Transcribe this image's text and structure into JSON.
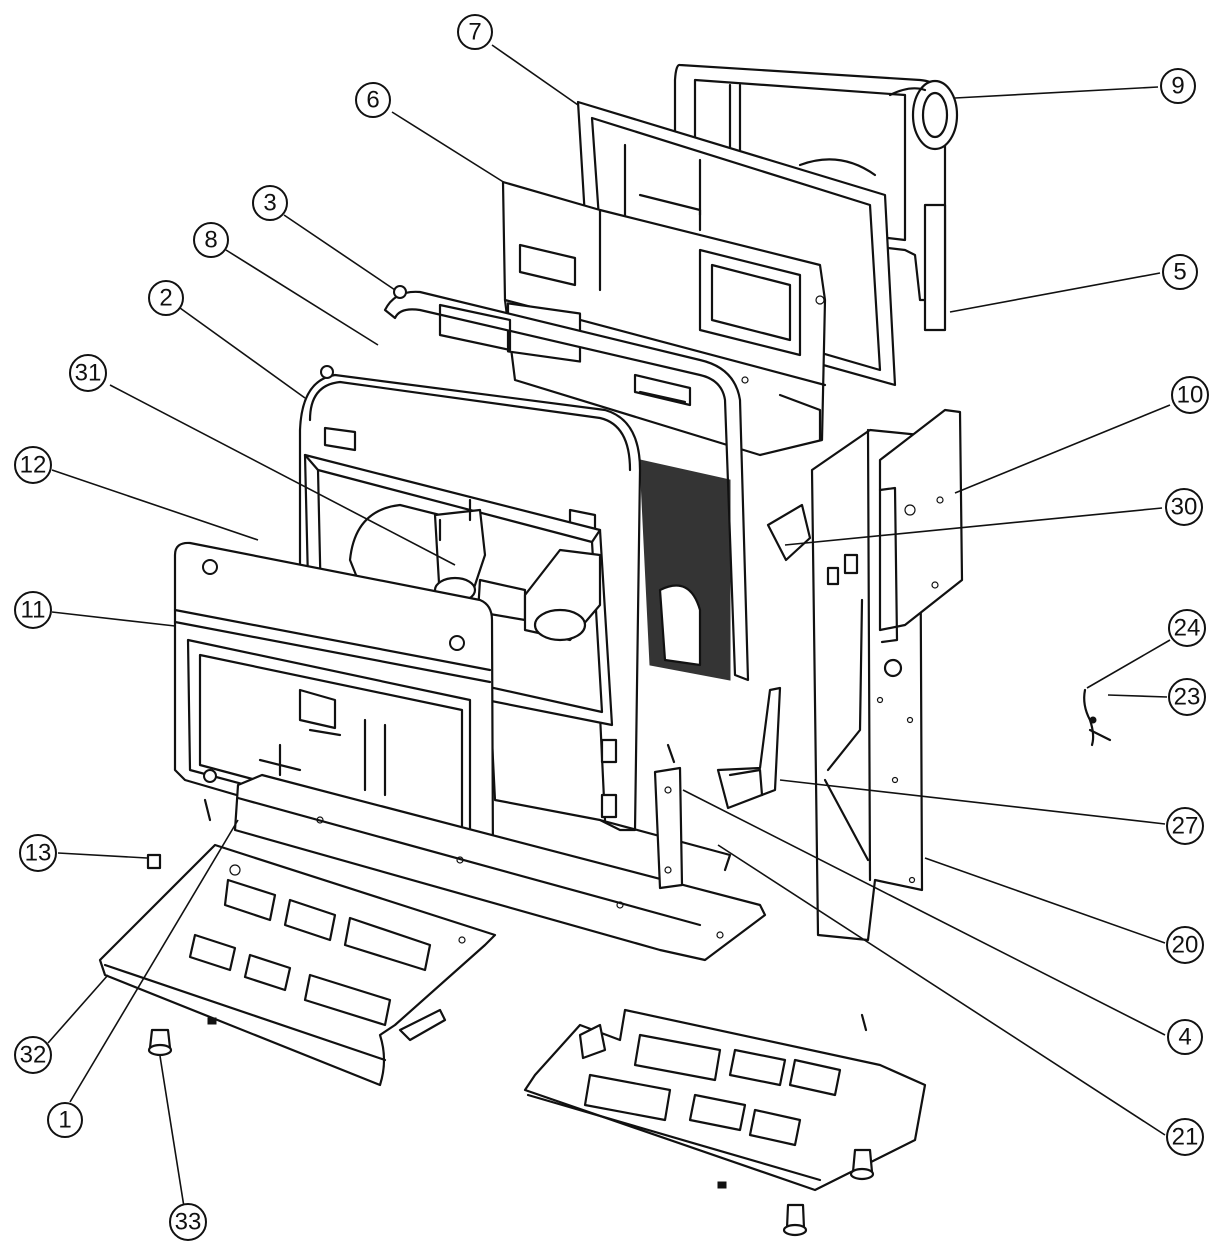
{
  "callouts": [
    {
      "id": "c7",
      "label": "7"
    },
    {
      "id": "c9",
      "label": "9"
    },
    {
      "id": "c6",
      "label": "6"
    },
    {
      "id": "c3",
      "label": "3"
    },
    {
      "id": "c8",
      "label": "8"
    },
    {
      "id": "c2",
      "label": "2"
    },
    {
      "id": "c5",
      "label": "5"
    },
    {
      "id": "c31",
      "label": "31"
    },
    {
      "id": "c10",
      "label": "10"
    },
    {
      "id": "c12",
      "label": "12"
    },
    {
      "id": "c30",
      "label": "30"
    },
    {
      "id": "c11",
      "label": "11"
    },
    {
      "id": "c24",
      "label": "24"
    },
    {
      "id": "c23",
      "label": "23"
    },
    {
      "id": "c27",
      "label": "27"
    },
    {
      "id": "c13",
      "label": "13"
    },
    {
      "id": "c20",
      "label": "20"
    },
    {
      "id": "c4",
      "label": "4"
    },
    {
      "id": "c32",
      "label": "32"
    },
    {
      "id": "c1",
      "label": "1"
    },
    {
      "id": "c21",
      "label": "21"
    },
    {
      "id": "c33",
      "label": "33"
    }
  ]
}
